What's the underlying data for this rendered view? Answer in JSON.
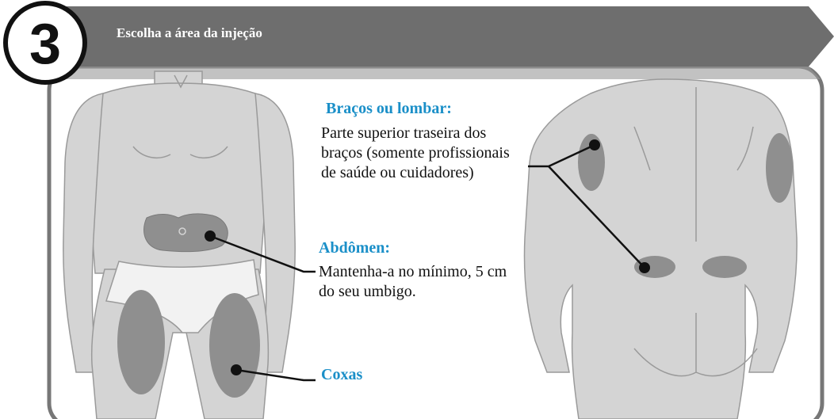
{
  "step": {
    "number": "3",
    "title": "Escolha a área da injeção"
  },
  "labels": {
    "arms_title": "Braços ou lombar:",
    "arms_text": "Parte superior traseira dos braços (somente profissionais de saúde ou cuidadores)",
    "abdomen_title": "Abdômen:",
    "abdomen_text": "Mantenha-a no mínimo, 5 cm do seu umbigo.",
    "thighs_title": "Coxas"
  },
  "colors": {
    "banner": "#6e6e6e",
    "body_fill": "#d4d4d4",
    "zone_fill": "#8f8f8f",
    "label_blue": "#1a8fc8"
  }
}
